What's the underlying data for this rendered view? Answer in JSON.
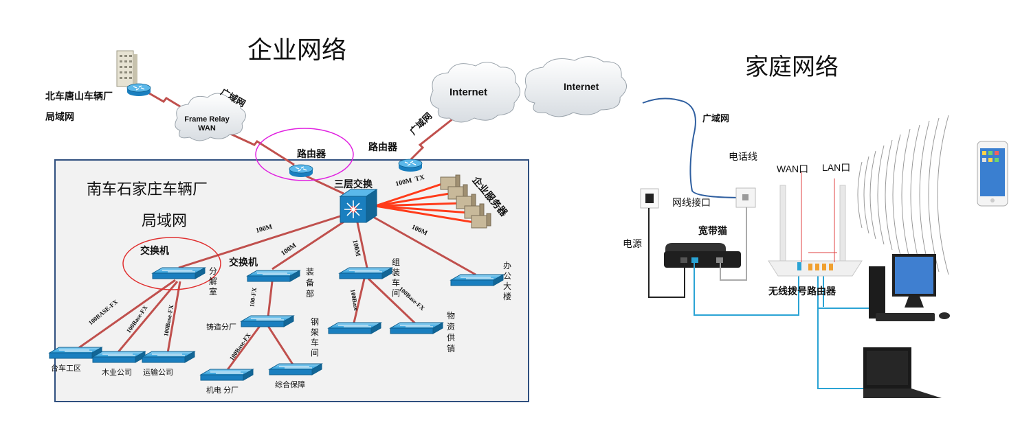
{
  "titles": {
    "enterprise": "企业网络",
    "home": "家庭网络"
  },
  "enterprise": {
    "remote_lan": [
      "北车唐山车辆厂",
      "局域网"
    ],
    "wan_label_1": "广域网",
    "frame_relay": [
      "Frame Relay",
      "WAN"
    ],
    "router_label_1": "路由器",
    "router_label_2": "路由器",
    "wan_label_2": "广域网",
    "internet": "Internet",
    "lan_title": [
      "南车石家庄车辆厂",
      "局域网"
    ],
    "core_switch": "三层交换",
    "link_100m_tx": "100M  TX",
    "servers": "企业服务器",
    "link_100m_a": "100M",
    "link_100m_b": "100M",
    "link_100m_c": "100M",
    "link_100m_d": "100M",
    "switch_label_1": "交换机",
    "switch_label_2": "交换机",
    "depts": {
      "fenjieshi": "分解室",
      "zhuangbeibu": "装备部",
      "zuzhuang": "组装车间",
      "bangong": "办公大楼",
      "gangjia": "钢架车间",
      "wuzi": "物资供销",
      "zhuzao": "铸造分厂",
      "taiche": "台车工区",
      "muye": "木业公司",
      "yunshu": "运输公司",
      "jidian": "机电 分厂",
      "zonghe": "综合保障"
    },
    "fx_labels": {
      "a": "100BASE-FX",
      "b": "100Base-FX",
      "c": "100Base-FX",
      "d": "100-FX",
      "e": "100Base-FX",
      "f": "100Base",
      "g": "100Base-FX"
    }
  },
  "home": {
    "internet": "Internet",
    "wan": "广域网",
    "phone_line": "电话线",
    "power": "电源",
    "net_port": "网线接口",
    "modem": "宽带猫",
    "wan_port": "WAN口",
    "lan_port": "LAN口",
    "router": "无线拨号路由器"
  },
  "colors": {
    "link_red": "#c0504d",
    "link_orange": "#ff3b1a",
    "cable_blue": "#2aa3d4",
    "lan_border": "#2f4f7f",
    "lan_fill": "#f2f2f2",
    "switch_blue": "#1a7fbf",
    "ellipse_magenta": "#e020e0",
    "ellipse_red": "#e03030"
  }
}
